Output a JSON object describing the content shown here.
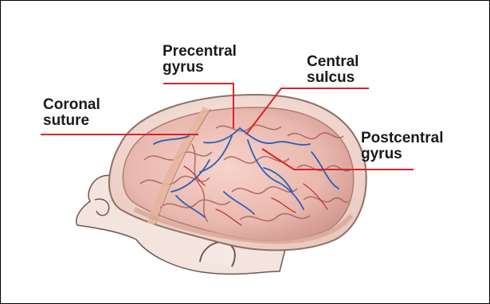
{
  "diagram": {
    "labels": {
      "coronal_suture": "Coronal\nsuture",
      "precentral_gyrus": "Precentral\ngyrus",
      "central_sulcus": "Central\nsulcus",
      "postcentral_gyrus": "Postcentral\ngyrus"
    },
    "colors": {
      "leader_line": "#d8232a",
      "label_text": "#1a1a1a",
      "brain": "#e9b8ae",
      "skull": "#f4ddd2",
      "vessels": "#2c5fb8",
      "arteries": "#c8323c"
    }
  }
}
